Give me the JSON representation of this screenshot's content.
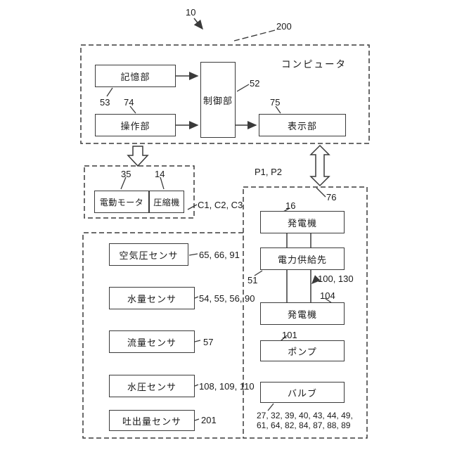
{
  "figure": {
    "ref_main": "10",
    "ref_computer_box": "200",
    "computer": {
      "title": "コンピュータ",
      "memory_label": "記憶部",
      "memory_ref": "53",
      "operation_label": "操作部",
      "operation_ref": "74",
      "control_label": "制御部",
      "control_ref": "52",
      "display_label": "表示部",
      "display_ref": "75"
    },
    "motor_unit": {
      "motor_label": "電動モータ",
      "motor_ref": "35",
      "compressor_label": "圧縮機",
      "compressor_ref": "14",
      "group_ref": "C1, C2, C3"
    },
    "bus_ref": "P1, P2",
    "machine": {
      "box_ref": "76",
      "generator_top_label": "発電機",
      "generator_top_ref": "16",
      "power_dest_label": "電力供給先",
      "power_dest_ref": "51",
      "bus_lines_ref": "100, 130",
      "generator_bottom_label": "発電機",
      "generator_bottom_ref": "104",
      "pump_label": "ポンプ",
      "pump_ref": "101",
      "valve_label": "バルブ",
      "valve_refs_line1": "27, 32, 39, 40, 43, 44, 49,",
      "valve_refs_line2": "61, 64, 82, 84, 87, 88, 89"
    },
    "sensors": [
      {
        "label": "空気圧センサ",
        "refs": "65, 66, 91"
      },
      {
        "label": "水量センサ",
        "refs": "54, 55, 56, 90"
      },
      {
        "label": "流量センサ",
        "refs": "57"
      },
      {
        "label": "水圧センサ",
        "refs": "108, 109, 110"
      },
      {
        "label": "吐出量センサ",
        "refs": "201"
      }
    ]
  }
}
